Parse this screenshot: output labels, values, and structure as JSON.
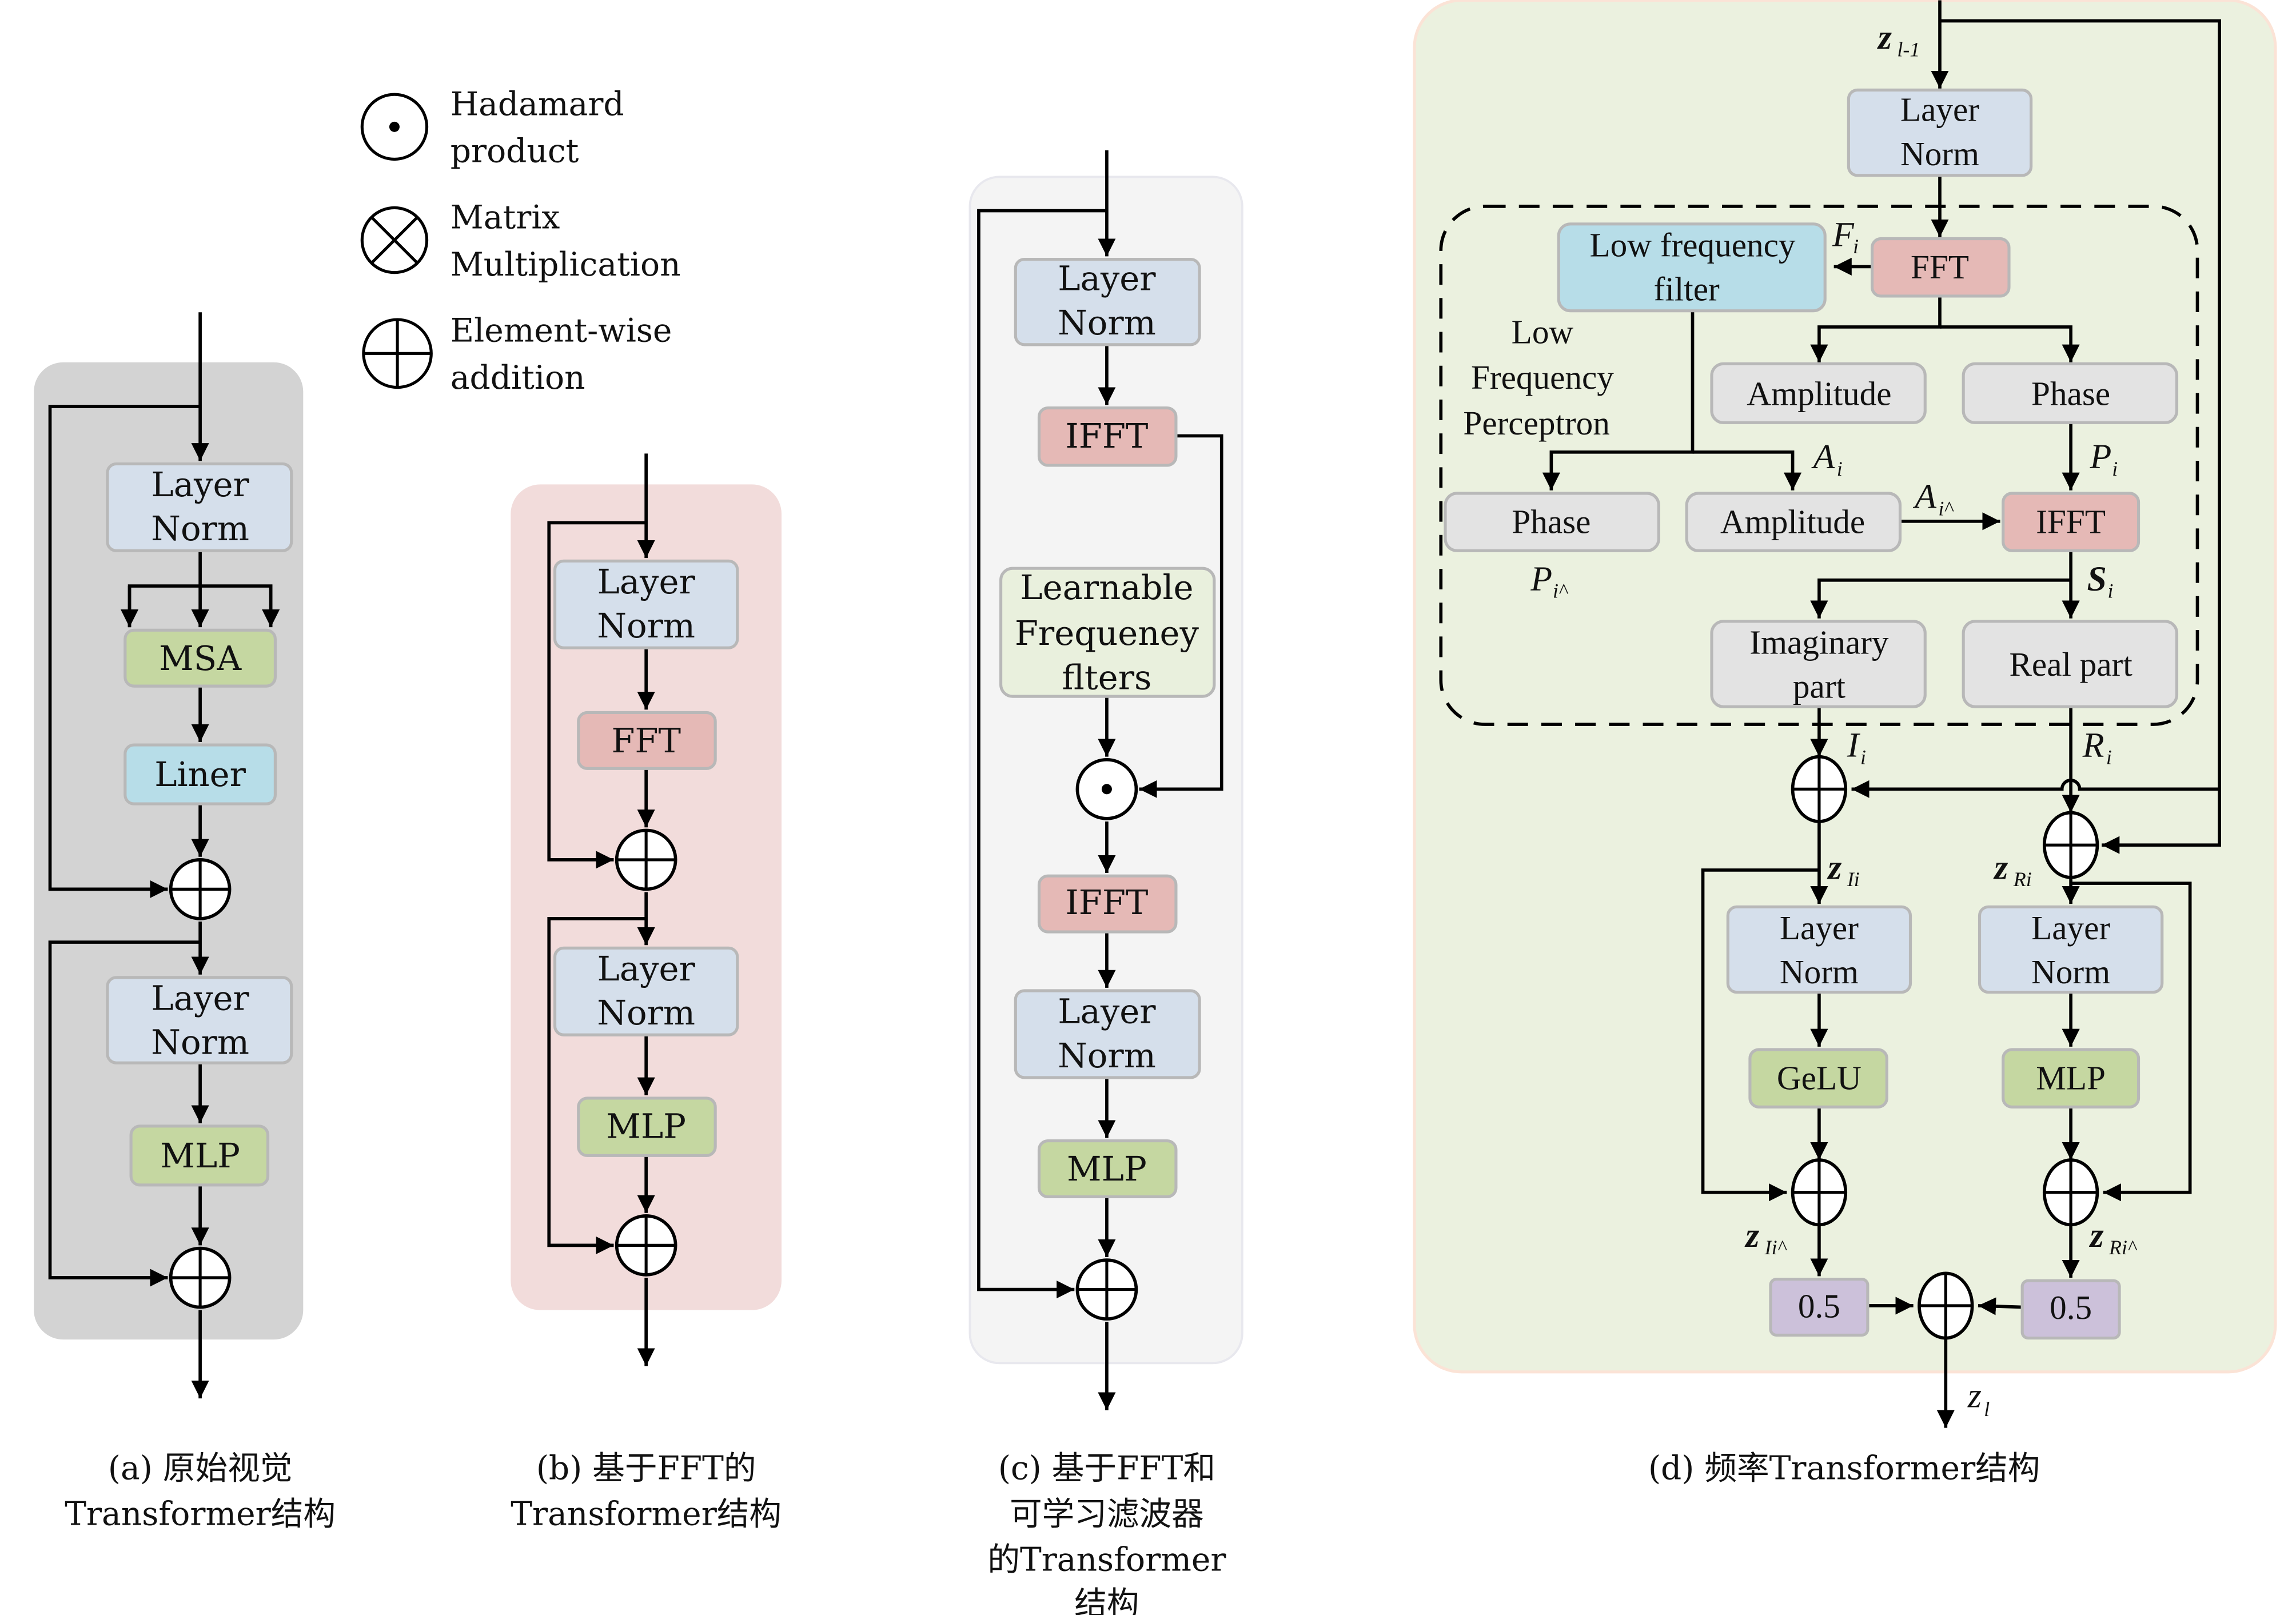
{
  "colors": {
    "panel_a_bg": "#d3d3d3",
    "panel_b_bg": "#f2dcdb",
    "panel_c_bg": "#f4f4f4",
    "panel_d_bg": "#ebf1df",
    "layer_norm": "#d5dfeb",
    "green_block": "#c5d7a1",
    "liner_block": "#b7dde8",
    "fft_block": "#e5b9b6",
    "learnable_block": "#e9f0dd",
    "gray_block": "#e3e3e3",
    "lowpass_block": "#b7dde8",
    "scale_block": "#ccc1da"
  },
  "legend": [
    {
      "icon": "hadamard-product-icon",
      "line1": "Hadamard",
      "line2": "product"
    },
    {
      "icon": "matrix-multiplication-icon",
      "line1": "Matrix",
      "line2": "Multiplication"
    },
    {
      "icon": "element-wise-addition-icon",
      "line1": "Element-wise",
      "line2": "addition"
    }
  ],
  "panel_a": {
    "blocks": {
      "ln1": [
        "Layer",
        "Norm"
      ],
      "msa": "MSA",
      "liner": "Liner",
      "ln2": [
        "Layer",
        "Norm"
      ],
      "mlp": "MLP"
    },
    "caption": [
      "(a) 原始视觉",
      "Transformer结构"
    ]
  },
  "panel_b": {
    "blocks": {
      "ln1": [
        "Layer",
        "Norm"
      ],
      "fft": "FFT",
      "ln2": [
        "Layer",
        "Norm"
      ],
      "mlp": "MLP"
    },
    "caption": [
      "(b) 基于FFT的",
      "Transformer结构"
    ]
  },
  "panel_c": {
    "blocks": {
      "ln1": [
        "Layer",
        "Norm"
      ],
      "ifft1": "IFFT",
      "filters": [
        "Learnable",
        "Frequeney",
        "flters"
      ],
      "ifft2": "IFFT",
      "ln2": [
        "Layer",
        "Norm"
      ],
      "mlp": "MLP"
    },
    "caption": [
      "(c) 基于FFT和",
      "可学习滤波器",
      "的Transformer",
      "结构"
    ]
  },
  "panel_d": {
    "blocks": {
      "ln_top": [
        "Layer",
        "Norm"
      ],
      "lowpass": [
        "Low frequency",
        "filter"
      ],
      "fft": "FFT",
      "amp1": "Amplitude",
      "phase1": "Phase",
      "phase2": "Phase",
      "amp2": "Amplitude",
      "ifft": "IFFT",
      "imag": [
        "Imaginary",
        "part"
      ],
      "real": "Real part",
      "ln_left": [
        "Layer",
        "Norm"
      ],
      "ln_right": [
        "Layer",
        "Norm"
      ],
      "gelu": "GeLU",
      "mlp": "MLP",
      "scale_left": "0.5",
      "scale_right": "0.5"
    },
    "module_label": [
      "Low",
      "Frequency",
      "Perceptron"
    ],
    "symbols": {
      "z_in": {
        "base": "z",
        "sub": "l-1"
      },
      "F": {
        "base": "F",
        "sub": "i"
      },
      "A": {
        "base": "A",
        "sub": "i"
      },
      "A_hat": {
        "base": "A",
        "sub": "i^"
      },
      "P": {
        "base": "P",
        "sub": "i"
      },
      "P_hat": {
        "base": "P",
        "sub": "i^"
      },
      "S": {
        "base": "S",
        "sub": "i"
      },
      "I": {
        "base": "I",
        "sub": "i"
      },
      "R": {
        "base": "R",
        "sub": "i"
      },
      "zI": {
        "base": "z",
        "sub": "Ii"
      },
      "zR": {
        "base": "z",
        "sub": "Ri"
      },
      "zI_hat": {
        "base": "z",
        "sub": "Ii^"
      },
      "zR_hat": {
        "base": "z",
        "sub": "Ri^"
      },
      "z_out": {
        "base": "z",
        "sub": "l"
      }
    },
    "caption": "(d) 频率Transformer结构"
  }
}
